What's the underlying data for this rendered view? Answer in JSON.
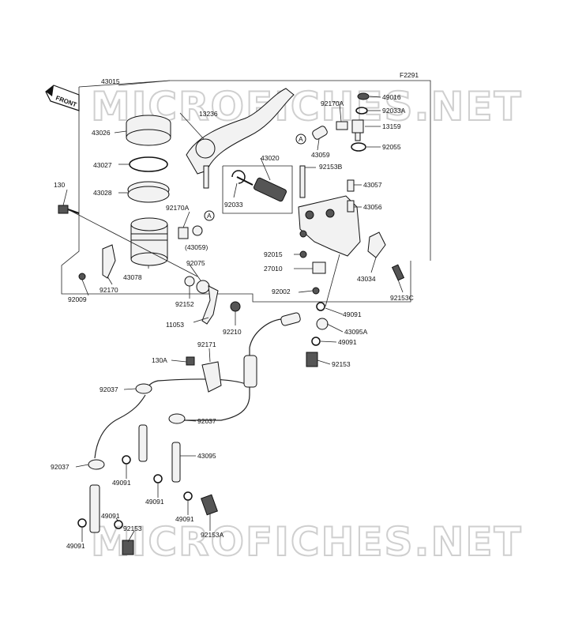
{
  "diagram": {
    "code": "F2291",
    "watermark": "MICROFICHES.NET",
    "front_label": "FRONT",
    "callout_letter": "A",
    "labels": {
      "p43015": "43015",
      "p13236": "13236",
      "p43026": "43026",
      "p43027": "43027",
      "p43028": "43028",
      "p130": "130",
      "p92170A_left": "92170A",
      "p43059_paren": "(43059)",
      "p43078": "43078",
      "p92009": "92009",
      "p92170": "92170",
      "p92075": "92075",
      "p92152": "92152",
      "p11053": "11053",
      "p92210": "92210",
      "p43020": "43020",
      "p92033": "92033",
      "p92170A_right": "92170A",
      "p43059": "43059",
      "p92153B": "92153B",
      "p49016": "49016",
      "p92033A": "92033A",
      "p13159": "13159",
      "p92055": "92055",
      "p43057": "43057",
      "p43056": "43056",
      "p92015": "92015",
      "p27010": "27010",
      "p92002": "92002",
      "p43034": "43034",
      "p92153C": "92153C",
      "p49091_a": "49091",
      "p43095A": "43095A",
      "p49091_b": "49091",
      "p92153_a": "92153",
      "p92171": "92171",
      "p130A": "130A",
      "p92037_a": "92037",
      "p92037_b": "92037",
      "p92037_c": "92037",
      "p43095": "43095",
      "p49091_c": "49091",
      "p49091_d": "49091",
      "p49091_e": "49091",
      "p49091_f": "49091",
      "p49091_g": "49091",
      "p92153_b": "92153",
      "p92153A": "92153A"
    }
  }
}
